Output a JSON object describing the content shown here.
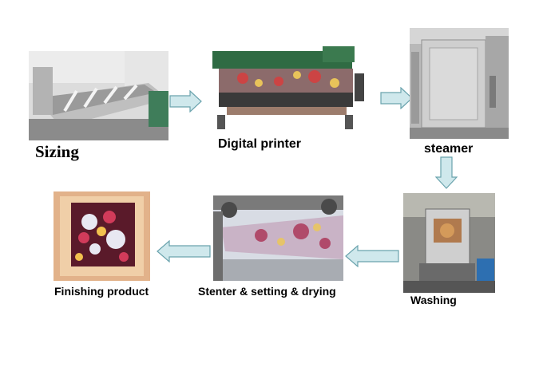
{
  "steps": {
    "sizing": {
      "label": "Sizing"
    },
    "digital_printer": {
      "label": "Digital printer"
    },
    "steamer": {
      "label": "steamer"
    },
    "washing": {
      "label": "Washing"
    },
    "stenter": {
      "label": "Stenter & setting & drying"
    },
    "finishing": {
      "label": "Finishing product"
    }
  },
  "colors": {
    "arrow_fill": "#cfe8ec",
    "arrow_stroke": "#6aa3ad",
    "background": "#ffffff"
  }
}
